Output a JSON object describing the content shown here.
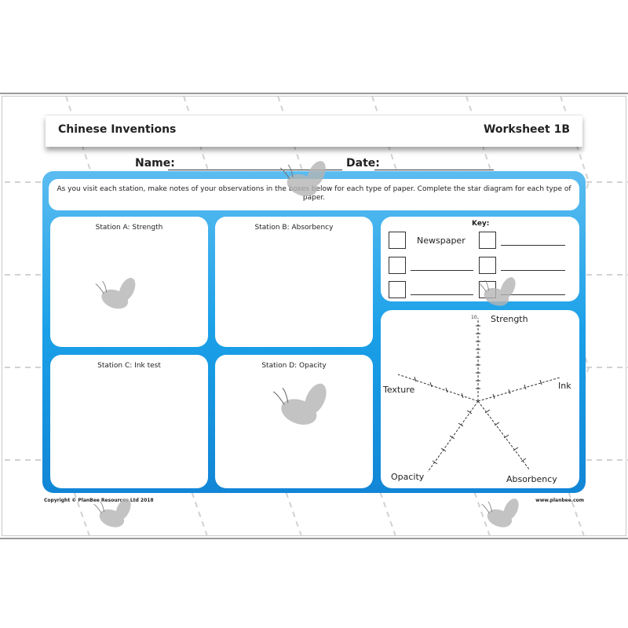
{
  "header": {
    "title": "Chinese Inventions",
    "worksheet": "Worksheet 1B"
  },
  "fields": {
    "name_label": "Name:",
    "date_label": "Date:"
  },
  "instructions": "As you visit each station, make notes of your observations in the boxes below for each type of paper. Complete the star diagram for each type of paper.",
  "stations": [
    {
      "label": "Station A: Strength"
    },
    {
      "label": "Station B: Absorbency"
    },
    {
      "label": "Station C: Ink test"
    },
    {
      "label": "Station D: Opacity"
    }
  ],
  "key": {
    "title": "Key:",
    "items": [
      {
        "label": "Newspaper"
      }
    ]
  },
  "star_diagram": {
    "axes": [
      "Strength",
      "Ink",
      "Absorbency",
      "Opacity",
      "Texture"
    ],
    "scale_top_label": "10"
  },
  "footer": {
    "copyright": "Copyright © PlanBee Resources Ltd 2018",
    "website": "www.planbee.com"
  },
  "colors": {
    "panel": "#1aa0e8",
    "watermark": "#b0b0b0"
  }
}
